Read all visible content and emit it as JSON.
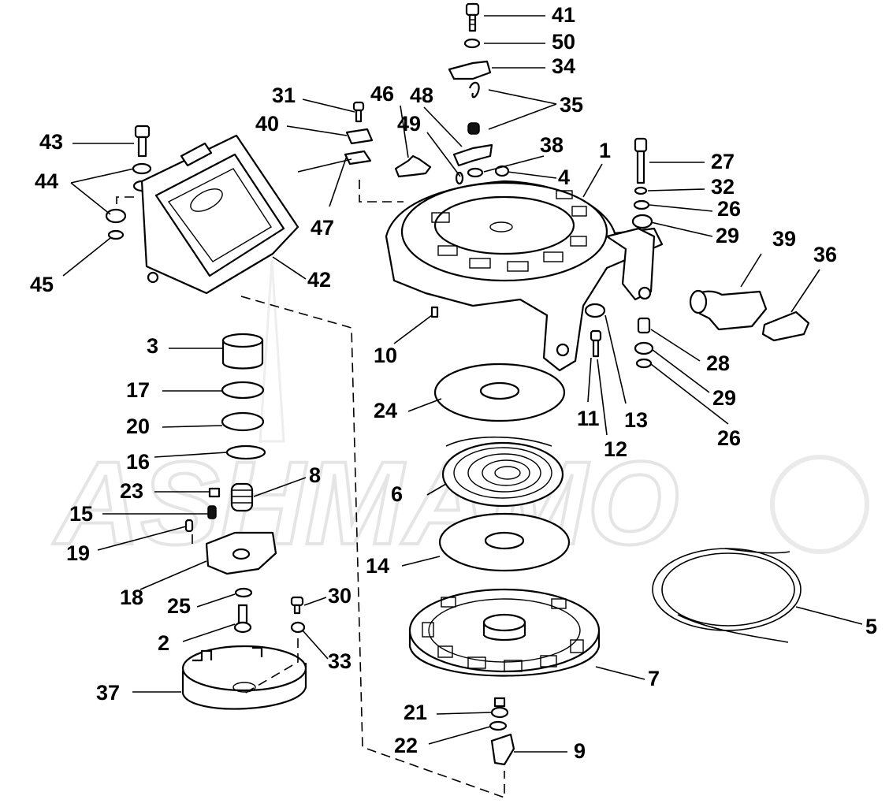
{
  "watermark": "ASHMAMO",
  "callouts": [
    {
      "id": "41"
    },
    {
      "id": "50"
    },
    {
      "id": "34"
    },
    {
      "id": "35"
    },
    {
      "id": "31"
    },
    {
      "id": "46"
    },
    {
      "id": "48"
    },
    {
      "id": "40"
    },
    {
      "id": "49"
    },
    {
      "id": "38"
    },
    {
      "id": "43"
    },
    {
      "id": "4"
    },
    {
      "id": "1"
    },
    {
      "id": "27"
    },
    {
      "id": "44"
    },
    {
      "id": "32"
    },
    {
      "id": "26"
    },
    {
      "id": "47"
    },
    {
      "id": "29"
    },
    {
      "id": "39"
    },
    {
      "id": "36"
    },
    {
      "id": "45"
    },
    {
      "id": "42"
    },
    {
      "id": "10"
    },
    {
      "id": "28"
    },
    {
      "id": "3"
    },
    {
      "id": "29"
    },
    {
      "id": "17"
    },
    {
      "id": "24"
    },
    {
      "id": "11"
    },
    {
      "id": "13"
    },
    {
      "id": "20"
    },
    {
      "id": "26"
    },
    {
      "id": "12"
    },
    {
      "id": "16"
    },
    {
      "id": "8"
    },
    {
      "id": "23"
    },
    {
      "id": "6"
    },
    {
      "id": "15"
    },
    {
      "id": "19"
    },
    {
      "id": "14"
    },
    {
      "id": "18"
    },
    {
      "id": "30"
    },
    {
      "id": "25"
    },
    {
      "id": "5"
    },
    {
      "id": "2"
    },
    {
      "id": "33"
    },
    {
      "id": "7"
    },
    {
      "id": "37"
    },
    {
      "id": "21"
    },
    {
      "id": "22"
    },
    {
      "id": "9"
    }
  ]
}
